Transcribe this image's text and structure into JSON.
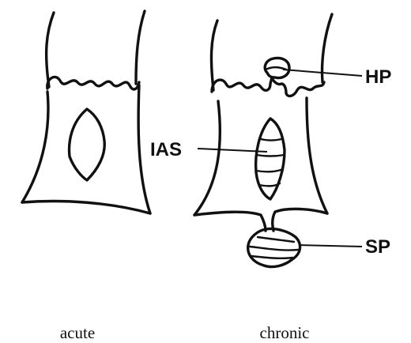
{
  "diagram": {
    "panels": [
      {
        "caption": "acute"
      },
      {
        "caption": "chronic"
      }
    ],
    "labels": {
      "hp": "HP",
      "ias": "IAS",
      "sp": "SP"
    }
  }
}
